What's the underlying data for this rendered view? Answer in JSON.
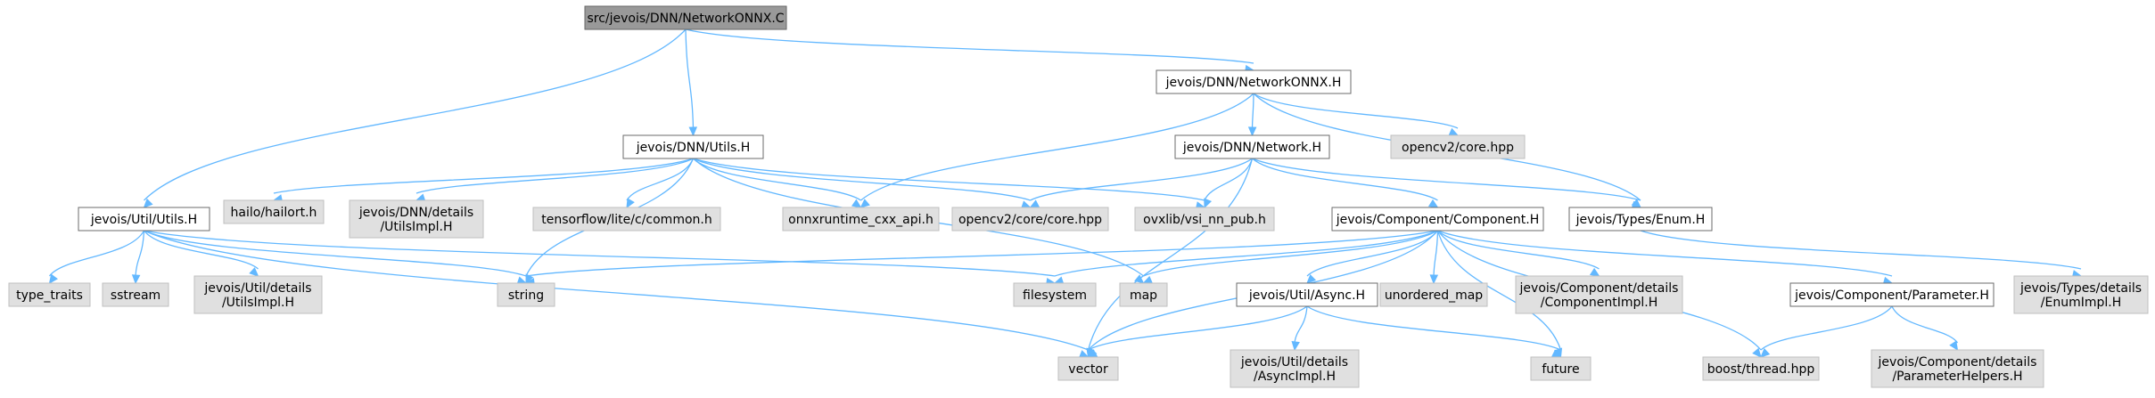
{
  "diagram": {
    "nodes": [
      {
        "id": "root",
        "label": [
          "src/jevois/DNN/NetworkONNX.C"
        ],
        "kind": "root"
      },
      {
        "id": "netonnx_h",
        "label": [
          "jevois/DNN/NetworkONNX.H"
        ],
        "kind": "file"
      },
      {
        "id": "dnn_utils",
        "label": [
          "jevois/DNN/Utils.H"
        ],
        "kind": "file"
      },
      {
        "id": "util_utils",
        "label": [
          "jevois/Util/Utils.H"
        ],
        "kind": "file"
      },
      {
        "id": "network_h",
        "label": [
          "jevois/DNN/Network.H"
        ],
        "kind": "file"
      },
      {
        "id": "opencv2",
        "label": [
          "opencv2/core.hpp"
        ],
        "kind": "ext"
      },
      {
        "id": "hailo",
        "label": [
          "hailo/hailort.h"
        ],
        "kind": "ext"
      },
      {
        "id": "dnn_impl",
        "label": [
          "jevois/DNN/details",
          "/UtilsImpl.H"
        ],
        "kind": "ext"
      },
      {
        "id": "tflite",
        "label": [
          "tensorflow/lite/c/common.h"
        ],
        "kind": "ext"
      },
      {
        "id": "onnxrt",
        "label": [
          "onnxruntime_cxx_api.h"
        ],
        "kind": "ext"
      },
      {
        "id": "opencv2core",
        "label": [
          "opencv2/core/core.hpp"
        ],
        "kind": "ext"
      },
      {
        "id": "ovxlib",
        "label": [
          "ovxlib/vsi_nn_pub.h"
        ],
        "kind": "ext"
      },
      {
        "id": "component",
        "label": [
          "jevois/Component/Component.H"
        ],
        "kind": "file"
      },
      {
        "id": "enum_h",
        "label": [
          "jevois/Types/Enum.H"
        ],
        "kind": "file"
      },
      {
        "id": "type_traits",
        "label": [
          "type_traits"
        ],
        "kind": "ext"
      },
      {
        "id": "sstream",
        "label": [
          "sstream"
        ],
        "kind": "ext"
      },
      {
        "id": "util_impl",
        "label": [
          "jevois/Util/details",
          "/UtilsImpl.H"
        ],
        "kind": "ext"
      },
      {
        "id": "string",
        "label": [
          "string"
        ],
        "kind": "ext"
      },
      {
        "id": "filesystem",
        "label": [
          "filesystem"
        ],
        "kind": "ext"
      },
      {
        "id": "map",
        "label": [
          "map"
        ],
        "kind": "ext"
      },
      {
        "id": "async_h",
        "label": [
          "jevois/Util/Async.H"
        ],
        "kind": "file"
      },
      {
        "id": "unordered",
        "label": [
          "unordered_map"
        ],
        "kind": "ext"
      },
      {
        "id": "comp_impl",
        "label": [
          "jevois/Component/details",
          "/ComponentImpl.H"
        ],
        "kind": "ext"
      },
      {
        "id": "parameter",
        "label": [
          "jevois/Component/Parameter.H"
        ],
        "kind": "file"
      },
      {
        "id": "enum_impl",
        "label": [
          "jevois/Types/details",
          "/EnumImpl.H"
        ],
        "kind": "ext"
      },
      {
        "id": "vector",
        "label": [
          "vector"
        ],
        "kind": "ext"
      },
      {
        "id": "async_impl",
        "label": [
          "jevois/Util/details",
          "/AsyncImpl.H"
        ],
        "kind": "ext"
      },
      {
        "id": "future",
        "label": [
          "future"
        ],
        "kind": "ext"
      },
      {
        "id": "boost",
        "label": [
          "boost/thread.hpp"
        ],
        "kind": "ext"
      },
      {
        "id": "param_help",
        "label": [
          "jevois/Component/details",
          "/ParameterHelpers.H"
        ],
        "kind": "ext"
      }
    ],
    "edges": [
      [
        "root",
        "util_utils"
      ],
      [
        "root",
        "dnn_utils"
      ],
      [
        "root",
        "netonnx_h"
      ],
      [
        "netonnx_h",
        "onnxrt"
      ],
      [
        "netonnx_h",
        "network_h"
      ],
      [
        "netonnx_h",
        "opencv2"
      ],
      [
        "netonnx_h",
        "enum_h"
      ],
      [
        "dnn_utils",
        "hailo"
      ],
      [
        "dnn_utils",
        "dnn_impl"
      ],
      [
        "dnn_utils",
        "string"
      ],
      [
        "dnn_utils",
        "tflite"
      ],
      [
        "dnn_utils",
        "onnxrt"
      ],
      [
        "dnn_utils",
        "opencv2core"
      ],
      [
        "dnn_utils",
        "ovxlib"
      ],
      [
        "dnn_utils",
        "map"
      ],
      [
        "util_utils",
        "type_traits"
      ],
      [
        "util_utils",
        "sstream"
      ],
      [
        "util_utils",
        "util_impl"
      ],
      [
        "util_utils",
        "string"
      ],
      [
        "util_utils",
        "filesystem"
      ],
      [
        "util_utils",
        "vector"
      ],
      [
        "network_h",
        "opencv2core"
      ],
      [
        "network_h",
        "ovxlib"
      ],
      [
        "network_h",
        "component"
      ],
      [
        "network_h",
        "enum_h"
      ],
      [
        "network_h",
        "vector"
      ],
      [
        "component",
        "string"
      ],
      [
        "component",
        "filesystem"
      ],
      [
        "component",
        "map"
      ],
      [
        "component",
        "vector"
      ],
      [
        "component",
        "async_h"
      ],
      [
        "component",
        "unordered"
      ],
      [
        "component",
        "comp_impl"
      ],
      [
        "component",
        "parameter"
      ],
      [
        "component",
        "future"
      ],
      [
        "component",
        "boost"
      ],
      [
        "enum_h",
        "enum_impl"
      ],
      [
        "async_h",
        "vector"
      ],
      [
        "async_h",
        "async_impl"
      ],
      [
        "async_h",
        "future"
      ],
      [
        "parameter",
        "boost"
      ],
      [
        "parameter",
        "param_help"
      ]
    ]
  }
}
